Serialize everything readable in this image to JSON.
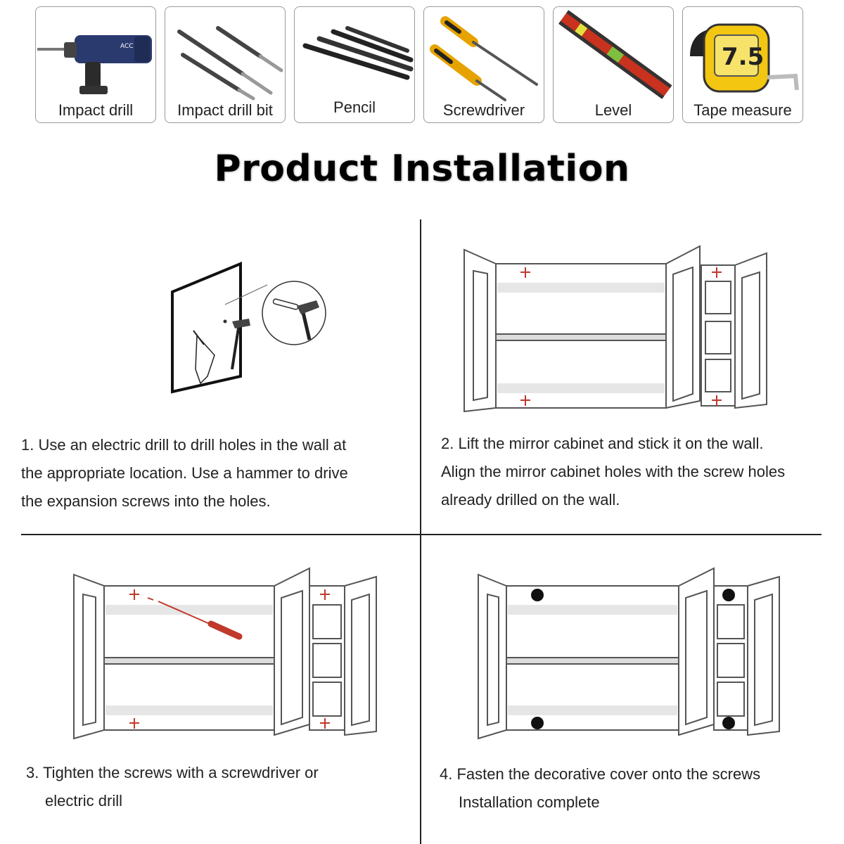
{
  "tools": [
    {
      "label": "Impact drill",
      "icon": "impact-drill-icon"
    },
    {
      "label": "Impact drill bit",
      "icon": "drill-bit-icon"
    },
    {
      "label": "Pencil",
      "icon": "pencil-icon"
    },
    {
      "label": "Screwdriver",
      "icon": "screwdriver-icon"
    },
    {
      "label": "Level",
      "icon": "level-icon"
    },
    {
      "label": "Tape measure",
      "icon": "tape-measure-icon"
    }
  ],
  "drill_brand": "ACC",
  "tape_marking": "7.5",
  "title": "Product Installation",
  "steps": [
    {
      "lines": [
        "1. Use an electric drill to drill holes in the wall at",
        "the appropriate location. Use a hammer to drive",
        "the expansion screws into the holes."
      ]
    },
    {
      "lines": [
        "2. Lift the mirror cabinet and stick it on the wall.",
        "Align the mirror cabinet holes with the screw holes",
        "already drilled on the wall."
      ]
    },
    {
      "lines": [
        "3. Tighten the screws with a screwdriver or",
        "electric drill"
      ]
    },
    {
      "lines": [
        "4. Fasten the decorative cover onto the screws",
        "Installation complete"
      ]
    }
  ],
  "colors": {
    "marker_red": "#c0392b",
    "line": "#555555"
  }
}
